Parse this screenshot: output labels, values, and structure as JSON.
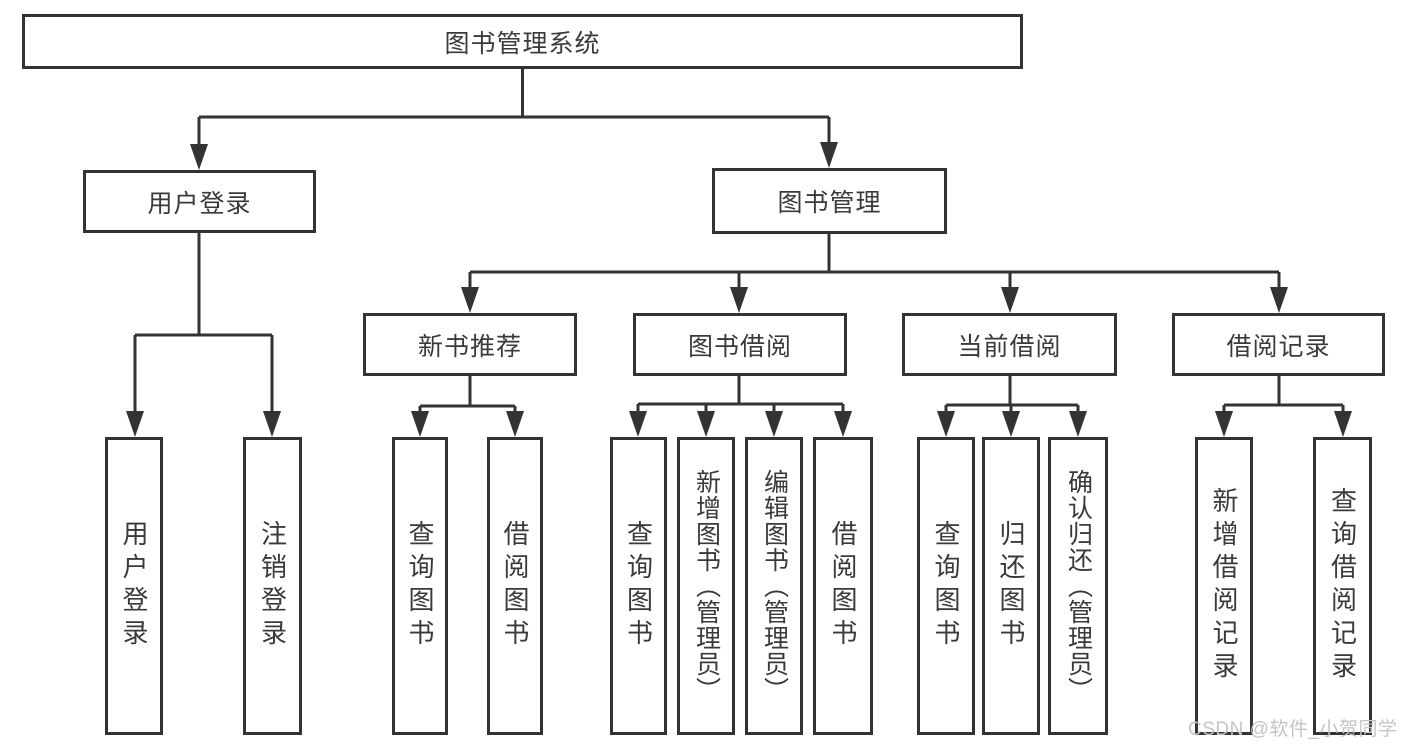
{
  "title": "图书管理系统",
  "tree": {
    "user": {
      "label": "用户登录",
      "children": [
        "用户登录",
        "注销登录"
      ]
    },
    "book": {
      "label": "图书管理",
      "sections": [
        {
          "label": "新书推荐",
          "children": [
            "查询图书",
            "借阅图书"
          ]
        },
        {
          "label": "图书借阅",
          "children": [
            "查询图书",
            "新增图书（管理员）",
            "编辑图书（管理员）",
            "借阅图书"
          ]
        },
        {
          "label": "当前借阅",
          "children": [
            "查询图书",
            "归还图书",
            "确认归还（管理员）"
          ]
        },
        {
          "label": "借阅记录",
          "children": [
            "新增借阅记录",
            "查询借阅记录"
          ]
        }
      ]
    }
  },
  "watermark": "CSDN @软件_小贺同学",
  "colors": {
    "line": "#333333",
    "text": "#3a3a3a",
    "wm": "#c4c4c4",
    "bg": "#ffffff"
  }
}
